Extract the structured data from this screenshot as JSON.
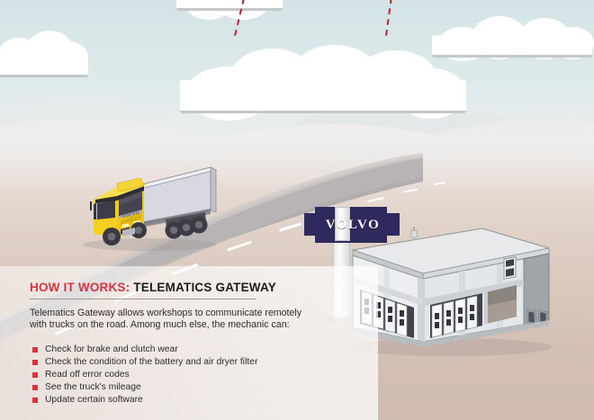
{
  "info_panel": {
    "heading_highlight": "HOW IT WORKS",
    "heading_separator": ":",
    "heading_rest": "TELEMATICS GATEWAY",
    "body": "Telematics Gateway allows workshops to communicate remotely with trucks on the road. Among much else, the mechanic can:",
    "bullets": [
      "Check for brake and clutch wear",
      "Check the condition of the battery and air dryer filter",
      "Read off error codes",
      "See the truck's mileage",
      "Update certain software"
    ]
  },
  "signage": {
    "brand": "VOLVO"
  },
  "scene": {
    "truck_label": "yellow semi truck with white trailer on road",
    "building_label": "volvo workshop service building",
    "road_label": "curving highway with dashed centre line",
    "signal_left_label": "wireless telemetry link from truck",
    "signal_right_label": "wireless telemetry link to workshop"
  },
  "colors": {
    "sky": "#d3e4e6",
    "ground": "#d3c0b4",
    "road": "#b9b5b6",
    "accent_red": "#d8333f",
    "signal_red": "#c0202e",
    "volvo_navy": "#2f2a5e",
    "truck_yellow": "#f3c816",
    "trailer": "#d9d8e0",
    "building_light": "#ecedef",
    "building_grey": "#9fa5a8",
    "text_dark": "#2c2c2c"
  }
}
